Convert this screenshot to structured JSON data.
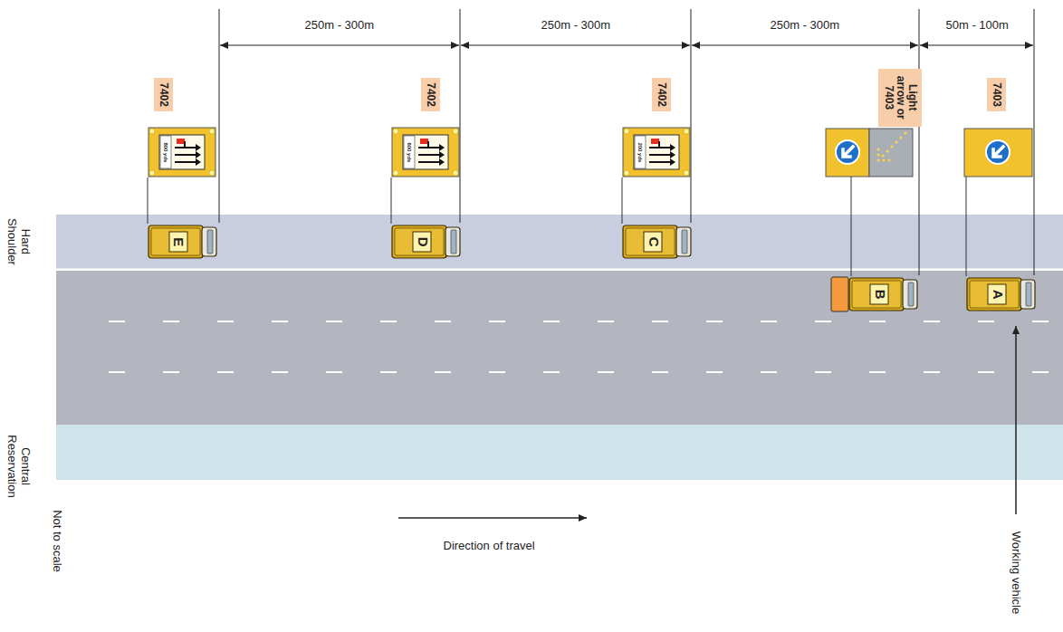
{
  "diagram": {
    "nodes": [
      {
        "text": [
          "7402"
        ]
      },
      {
        "text": [
          "7402"
        ]
      },
      {
        "text": [
          "7402"
        ]
      },
      {
        "text": [
          "Light arrow or 7403"
        ]
      },
      {
        "text": [
          "7403"
        ]
      },
      {
        "text": [
          "E"
        ]
      },
      {
        "text": [
          "D"
        ]
      },
      {
        "text": [
          "C"
        ]
      },
      {
        "text": [
          "B"
        ]
      },
      {
        "text": [
          "A"
        ]
      }
    ],
    "labels": [
      "250m - 300m",
      "250m - 300m",
      "250m - 300m",
      "50m - 100m",
      "800 yds",
      "600 yds",
      "200 yds",
      "Hard Shoulder",
      "Central Reservation",
      "Not to scale",
      "Direction of travel",
      "Working vehicle"
    ]
  }
}
